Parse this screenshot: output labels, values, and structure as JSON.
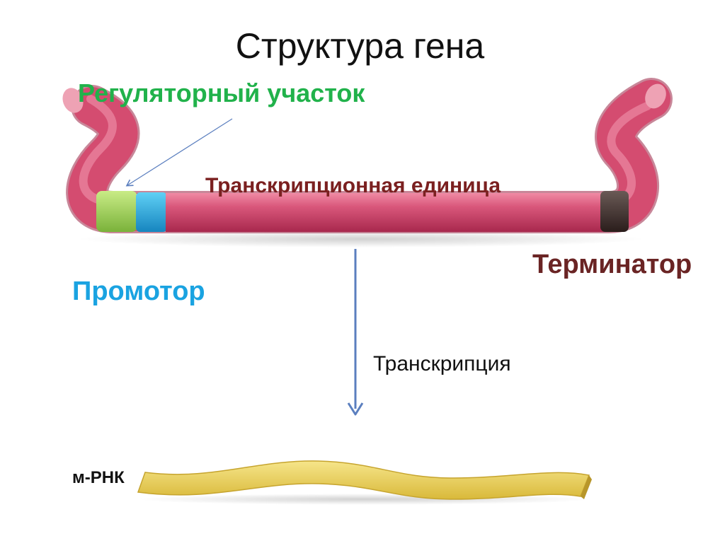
{
  "diagram": {
    "title": "Структура гена",
    "labels": {
      "regulatory_region": "Регуляторный участок",
      "transcription_unit": "Транскрипционная единица",
      "terminator": "Терминатор",
      "promoter": "Промотор",
      "transcription": "Транскрипция",
      "mrna": "м-РНК"
    },
    "colors": {
      "dna": "#d44c70",
      "regulatory": "#8fc741",
      "promoter": "#22a7dc",
      "terminator": "#3a2a28",
      "mrna": "#ecd25e",
      "arrow": "#5b7fbf"
    }
  }
}
